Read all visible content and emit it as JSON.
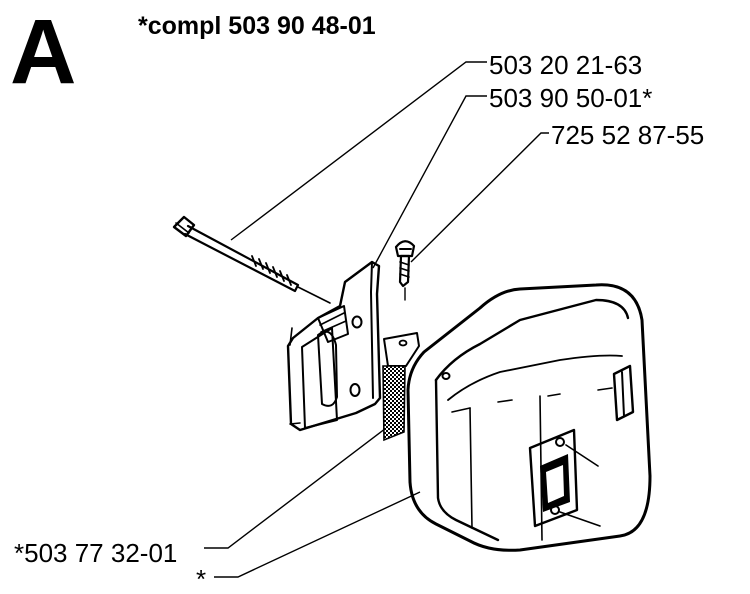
{
  "diagram": {
    "section_letter": "A",
    "assembly_title": "*compl 503 90 48-01",
    "part_labels": [
      {
        "id": "bolt",
        "text": "503 20 21-63"
      },
      {
        "id": "bracket",
        "text": "503 90 50-01*"
      },
      {
        "id": "screw",
        "text": "725 52 87-55"
      },
      {
        "id": "screen",
        "text": "*503 77 32-01"
      },
      {
        "id": "muffler",
        "text": "*"
      }
    ],
    "colors": {
      "ink": "#000000",
      "paper": "#ffffff",
      "mesh": "#7a7a7a"
    }
  }
}
